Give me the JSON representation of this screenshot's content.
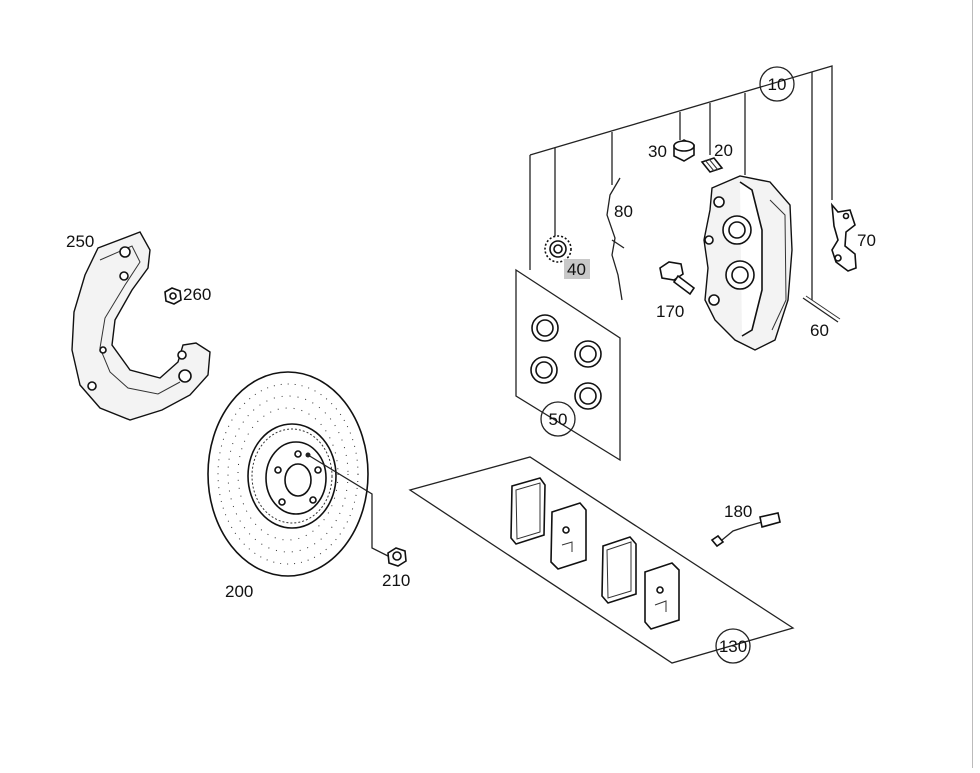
{
  "labels": {
    "p10": "10",
    "p20": "20",
    "p30": "30",
    "p40": "40",
    "p50": "50",
    "p60": "60",
    "p70": "70",
    "p80": "80",
    "p130": "130",
    "p170": "170",
    "p180": "180",
    "p200": "200",
    "p210": "210",
    "p250": "250",
    "p260": "260"
  },
  "colors": {
    "background": "#ffffff",
    "line": "#222222",
    "highlight": "#c8c8c8"
  }
}
